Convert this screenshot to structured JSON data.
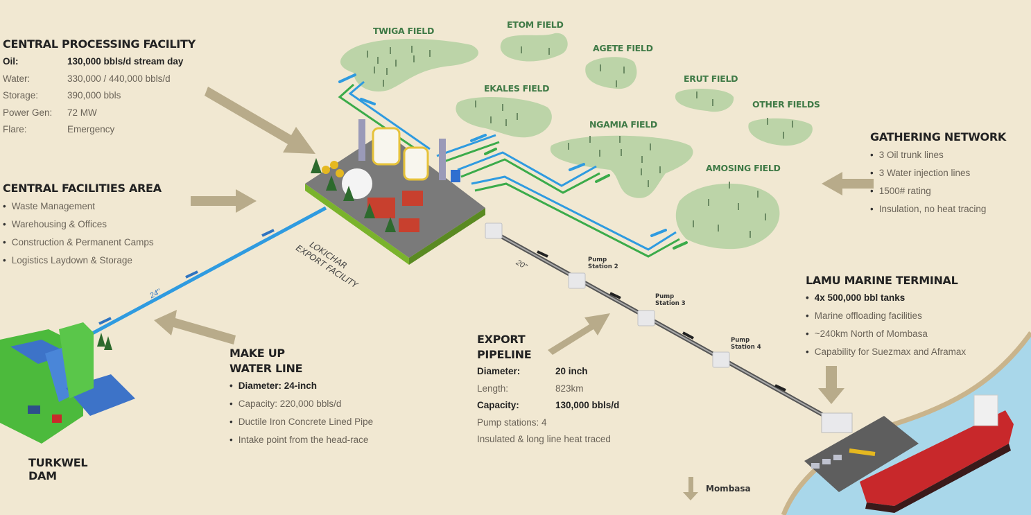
{
  "fields": [
    {
      "name": "TWIGA FIELD"
    },
    {
      "name": "ETOM FIELD"
    },
    {
      "name": "AGETE FIELD"
    },
    {
      "name": "EKALES FIELD"
    },
    {
      "name": "ERUT FIELD"
    },
    {
      "name": "OTHER FIELDS"
    },
    {
      "name": "NGAMIA FIELD"
    },
    {
      "name": "AMOSING FIELD"
    }
  ],
  "cpf": {
    "title": "CENTRAL PROCESSING FACILITY",
    "rows": [
      {
        "label": "Oil:",
        "value": "130,000 bbls/d stream day",
        "bold": true
      },
      {
        "label": "Water:",
        "value": "330,000 / 440,000 bbls/d"
      },
      {
        "label": "Storage:",
        "value": "390,000 bbls"
      },
      {
        "label": "Power Gen:",
        "value": "72 MW"
      },
      {
        "label": "Flare:",
        "value": "Emergency"
      }
    ]
  },
  "cfa": {
    "title": "CENTRAL FACILITIES AREA",
    "items": [
      "Waste Management",
      "Warehousing & Offices",
      "Construction & Permanent Camps",
      "Logistics Laydown & Storage"
    ]
  },
  "gathering": {
    "title": "GATHERING NETWORK",
    "items": [
      "3 Oil trunk lines",
      "3 Water injection lines",
      "1500# rating",
      "Insulation, no heat tracing"
    ]
  },
  "lamu": {
    "title": "LAMU MARINE TERMINAL",
    "items": [
      "4x 500,000 bbl tanks",
      "Marine offloading facilities",
      "~240km North of Mombasa",
      "Capability for Suezmax and Aframax"
    ]
  },
  "makeup": {
    "title_line1": "MAKE UP",
    "title_line2": "WATER LINE",
    "items": [
      "Diameter: 24-inch",
      "Capacity:  220,000 bbls/d",
      "Ductile Iron Concrete Lined Pipe",
      "Intake point from the head-race"
    ]
  },
  "export": {
    "title_line1": "EXPORT",
    "title_line2": "PIPELINE",
    "rows": [
      {
        "label": "Diameter:",
        "value": "20 inch",
        "bold": true
      },
      {
        "label": "Length:",
        "value": "823km"
      },
      {
        "label": "Capacity:",
        "value": "130,000 bbls/d",
        "bold": true
      }
    ],
    "pump_stations": "Pump stations: 4",
    "insulation": "Insulated & long line heat traced"
  },
  "facility_label": {
    "line1": "LOKICHAR",
    "line2": "EXPORT FACILITY"
  },
  "dam_label": {
    "line1": "TURKWEL",
    "line2": "DAM"
  },
  "pipe_labels": {
    "water": "24\"",
    "export": "20\""
  },
  "pump_labels": [
    {
      "line1": "Pump",
      "line2": "Station 2"
    },
    {
      "line1": "Pump",
      "line2": "Station 3"
    },
    {
      "line1": "Pump",
      "line2": "Station 4"
    }
  ],
  "mombasa": "Mombasa",
  "colors": {
    "background": "#f1e8d2",
    "field": "#bcd4a8",
    "field_text": "#3f7a46",
    "water_line": "#2f9be0",
    "oil_line": "#3bab4a",
    "arrow": "#b8ab8a",
    "sea": "#a9d7ea",
    "ship": "#c8282b"
  }
}
